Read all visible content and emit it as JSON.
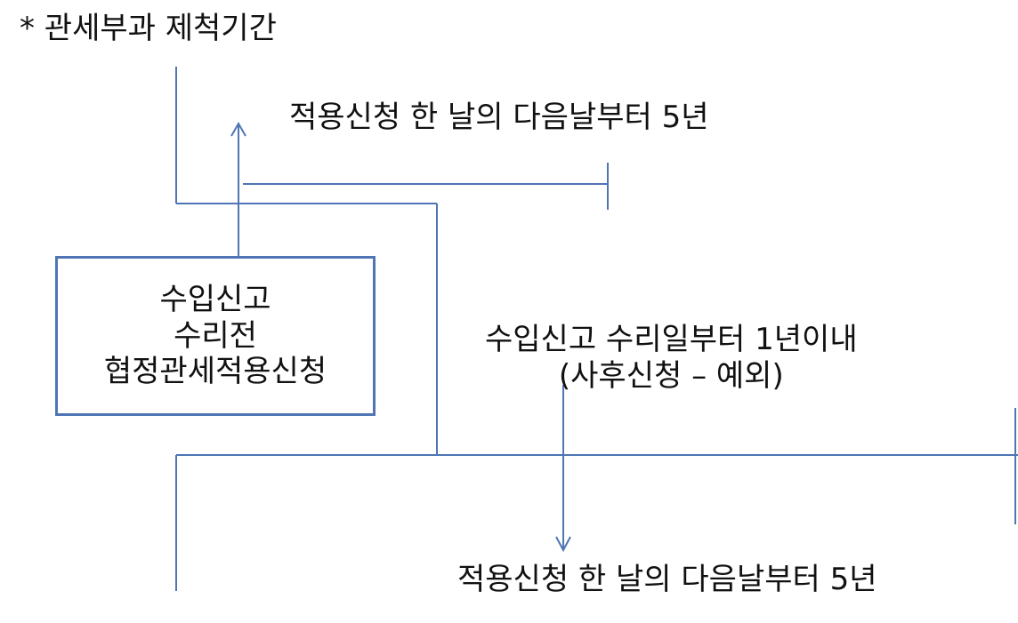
{
  "title": "* 관세부과 제척기간",
  "box": {
    "lines": [
      "수입신고",
      "수리전",
      "협정관세적용신청"
    ]
  },
  "top_period": {
    "label": "적용신청 한 날의 다음날부터 5년"
  },
  "middle_period": {
    "line1": "수입신고 수리일부터 1년이내",
    "line2": "(사후신청 – 예외)"
  },
  "bottom_period": {
    "label": "적용신청 한 날의 다음날부터 5년"
  },
  "colors": {
    "line": "#4f75b5",
    "box_border": "#4f75b5",
    "text": "#111111"
  }
}
